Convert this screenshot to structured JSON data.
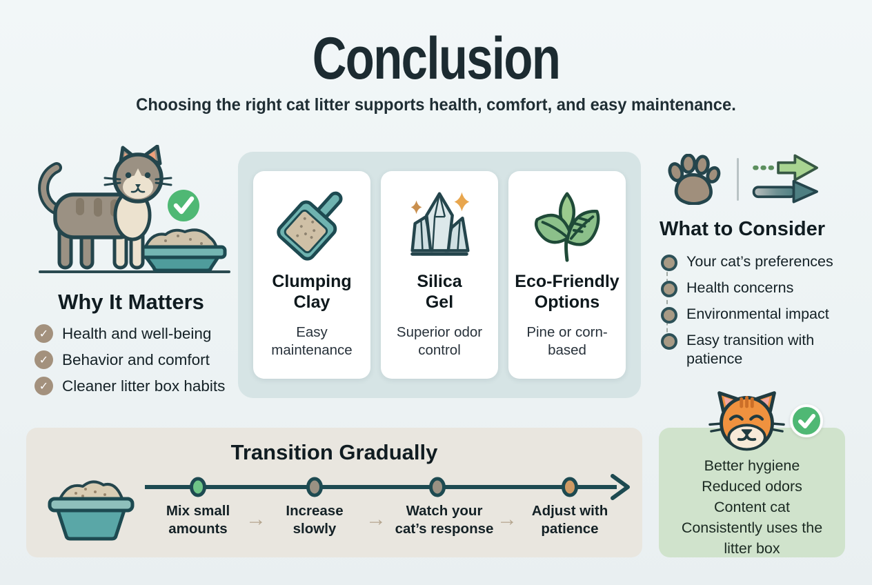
{
  "header": {
    "title": "Conclusion",
    "subtitle": "Choosing the right cat litter supports health, comfort, and easy maintenance."
  },
  "why_it_matters": {
    "heading": "Why It Matters",
    "check_glyph": "✓",
    "items": [
      "Health and well-being",
      "Behavior and comfort",
      "Cleaner litter box habits"
    ]
  },
  "litter_types": {
    "cards": [
      {
        "icon": "litter-scoop-icon",
        "title": "Clumping\nClay",
        "subtitle": "Easy maintenance"
      },
      {
        "icon": "silica-crystal-icon",
        "title": "Silica\nGel",
        "subtitle": "Superior odor control"
      },
      {
        "icon": "eco-leaves-icon",
        "title": "Eco-Friendly\nOptions",
        "subtitle": "Pine or corn-based"
      }
    ]
  },
  "what_to_consider": {
    "heading": "What to Consider",
    "items": [
      "Your cat’s preferences",
      "Health concerns",
      "Environmental impact",
      "Easy transition with patience"
    ]
  },
  "transition": {
    "heading": "Transition Gradually",
    "arrow_glyph": "→",
    "steps": [
      "Mix small amounts",
      "Increase slowly",
      "Watch your cat’s response",
      "Adjust with patience"
    ],
    "dot_colors": [
      "#6ec487",
      "#9a9183",
      "#9a9183",
      "#cf9a64"
    ]
  },
  "outcomes": {
    "items": [
      "Better hygiene",
      "Reduced odors",
      "Content cat",
      "Consistently uses the litter box"
    ]
  },
  "colors": {
    "background": "#eef3f5",
    "heading_text": "#1c2b31",
    "teal_accent": "#5aa7a7",
    "dark_outline": "#1d4a51",
    "green_check": "#4fb874",
    "tan_bullet": "#a3917d",
    "types_panel": "#d6e4e5",
    "transition_panel": "#e9e6df",
    "outcomes_panel": "#d0e3cc"
  }
}
